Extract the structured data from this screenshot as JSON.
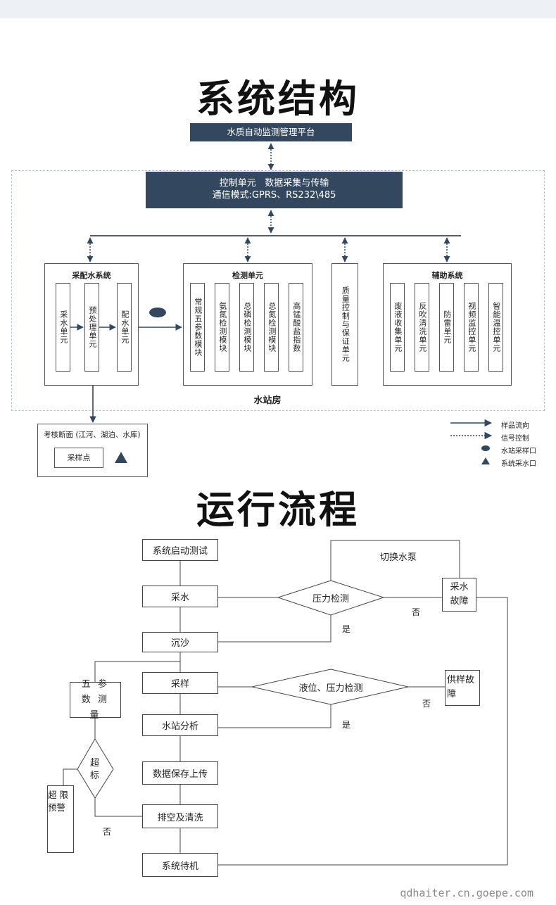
{
  "section1": {
    "title": "系统结构",
    "platform": "水质自动监测管理平台",
    "control_line1": "控制单元   数据采集与传输",
    "control_line2": "通信模式:GPRS、RS232\\485",
    "station_label": "水站房",
    "water_system": {
      "title": "采配水系统",
      "units": [
        "采水单元",
        "预处理单元",
        "配水单元"
      ]
    },
    "detection": {
      "title": "检测单元",
      "units": [
        "常规五参数模块",
        "氨氮检测模块",
        "总磷检测模块",
        "总氮检测模块",
        "高锰酸盐指数"
      ]
    },
    "quality": "质量控制与保证单元",
    "aux": {
      "title": "辅助系统",
      "units": [
        "废液收集单元",
        "反吹清洗单元",
        "防雷单元",
        "视频监控单元",
        "智能温控单元"
      ]
    },
    "section_box": "考核断面 (江河、湖泊、水库)",
    "sample_point": "采样点",
    "legend": [
      "样品流向",
      "信号控制",
      "水站采样口",
      "系统采水口"
    ],
    "colors": {
      "navy": "#33485f",
      "line": "#33485f",
      "dotted_border": "#b9c3cf"
    }
  },
  "section2": {
    "title": "运行流程",
    "nodes": {
      "start": "系统启动测试",
      "take_water": "采水",
      "sediment": "沉沙",
      "sampling": "采样",
      "analysis": "水站分析",
      "save": "数据保存上传",
      "drain": "排空及清洗",
      "standby": "系统待机",
      "five_params": "五 参 数 测 量",
      "alarm": "超 限 预警",
      "pump_fault": "采水故障",
      "supply_fault": "供样故障"
    },
    "decisions": {
      "pressure": "压力检测",
      "level_pressure": "液位、压力检测",
      "exceed": "超标"
    },
    "labels": {
      "switch_pump": "切换水泵",
      "yes1": "是",
      "no1": "否",
      "yes2": "是",
      "no2": "否",
      "no3": "否"
    }
  },
  "footer": "qdhaiter.cn.goepe.com"
}
